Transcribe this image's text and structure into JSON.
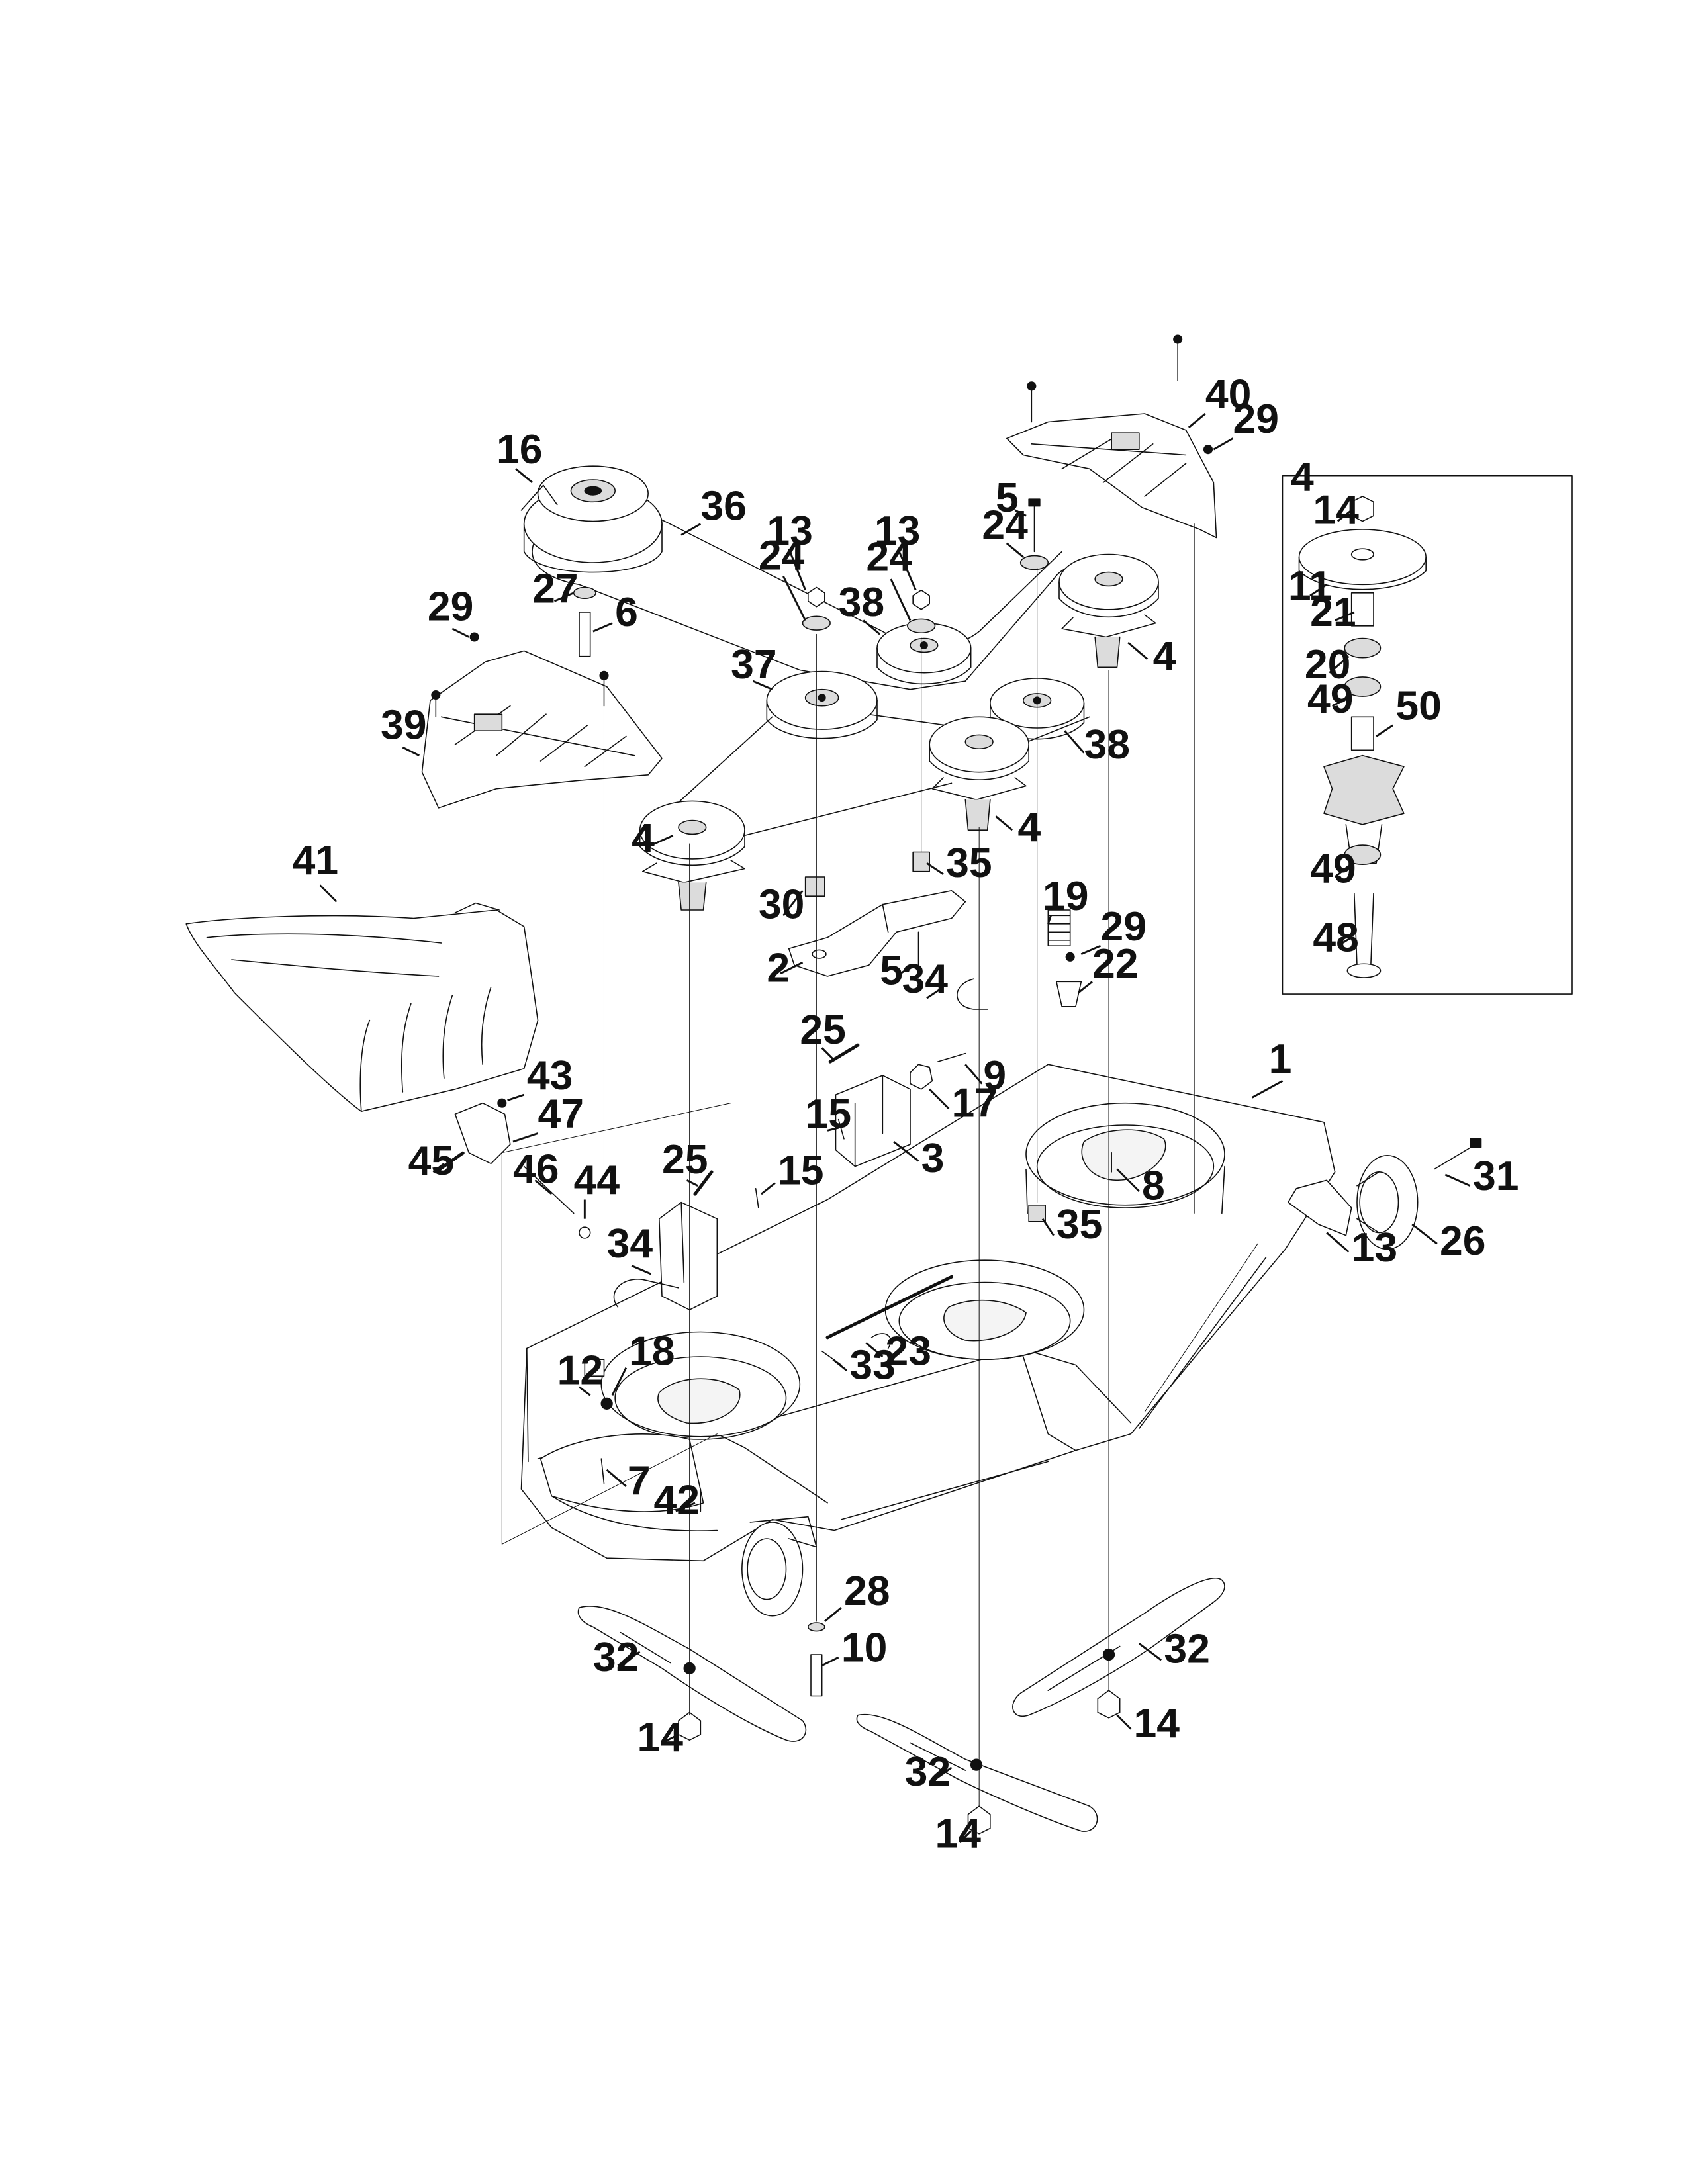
{
  "colors": {
    "ink": "#111111",
    "paper": "#ffffff",
    "fill_light": "#f4f4f4",
    "fill_mid": "#dcdcdc"
  },
  "callouts": [
    {
      "text": "1"
    },
    {
      "text": "2"
    },
    {
      "text": "3"
    },
    {
      "text": "4"
    },
    {
      "text": "4"
    },
    {
      "text": "4"
    },
    {
      "text": "4"
    },
    {
      "text": "5"
    },
    {
      "text": "5"
    },
    {
      "text": "6"
    },
    {
      "text": "7"
    },
    {
      "text": "8"
    },
    {
      "text": "9"
    },
    {
      "text": "10"
    },
    {
      "text": "11"
    },
    {
      "text": "12"
    },
    {
      "text": "13"
    },
    {
      "text": "13"
    },
    {
      "text": "13"
    },
    {
      "text": "14"
    },
    {
      "text": "14"
    },
    {
      "text": "14"
    },
    {
      "text": "14"
    },
    {
      "text": "15"
    },
    {
      "text": "15"
    },
    {
      "text": "16"
    },
    {
      "text": "17"
    },
    {
      "text": "18"
    },
    {
      "text": "19"
    },
    {
      "text": "20"
    },
    {
      "text": "21"
    },
    {
      "text": "22"
    },
    {
      "text": "23"
    },
    {
      "text": "24"
    },
    {
      "text": "24"
    },
    {
      "text": "24"
    },
    {
      "text": "25"
    },
    {
      "text": "25"
    },
    {
      "text": "26"
    },
    {
      "text": "27"
    },
    {
      "text": "28"
    },
    {
      "text": "29"
    },
    {
      "text": "29"
    },
    {
      "text": "29"
    },
    {
      "text": "30"
    },
    {
      "text": "31"
    },
    {
      "text": "32"
    },
    {
      "text": "32"
    },
    {
      "text": "32"
    },
    {
      "text": "33"
    },
    {
      "text": "34"
    },
    {
      "text": "34"
    },
    {
      "text": "35"
    },
    {
      "text": "35"
    },
    {
      "text": "36"
    },
    {
      "text": "37"
    },
    {
      "text": "38"
    },
    {
      "text": "38"
    },
    {
      "text": "39"
    },
    {
      "text": "40"
    },
    {
      "text": "41"
    },
    {
      "text": "42"
    },
    {
      "text": "43"
    },
    {
      "text": "44"
    },
    {
      "text": "45"
    },
    {
      "text": "46"
    },
    {
      "text": "47"
    },
    {
      "text": "48"
    },
    {
      "text": "49"
    },
    {
      "text": "49"
    },
    {
      "text": "50"
    }
  ]
}
